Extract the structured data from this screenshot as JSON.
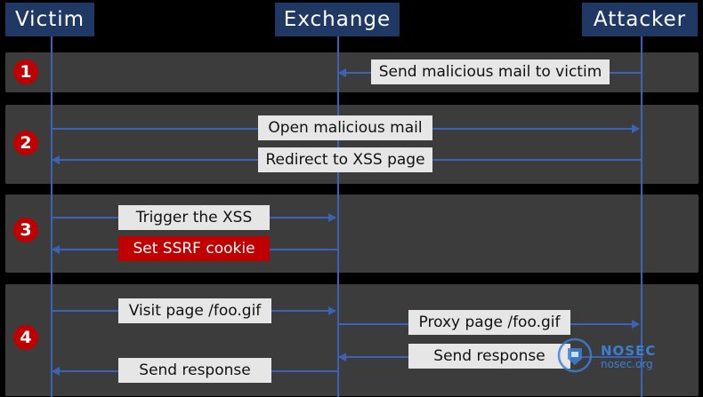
{
  "actors": {
    "victim": "Victim",
    "exchange": "Exchange",
    "attacker": "Attacker"
  },
  "steps": [
    "1",
    "2",
    "3",
    "4"
  ],
  "messages": {
    "m1": "Send malicious mail to victim",
    "m2": "Open malicious mail",
    "m3": "Redirect to XSS page",
    "m4": "Trigger the XSS",
    "m5": "Set SSRF cookie",
    "m6": "Visit page /foo.gif",
    "m7": "Proxy page /foo.gif",
    "m8": "Send response",
    "m9": "Send response"
  },
  "logo": {
    "name": "NOSEC",
    "url": "nosec.org"
  },
  "colors": {
    "actor_bg": "#1f3864",
    "band_bg": "#3c3c3c",
    "arrow": "#3a63b8",
    "step": "#c00000",
    "highlight": "#c00000"
  }
}
